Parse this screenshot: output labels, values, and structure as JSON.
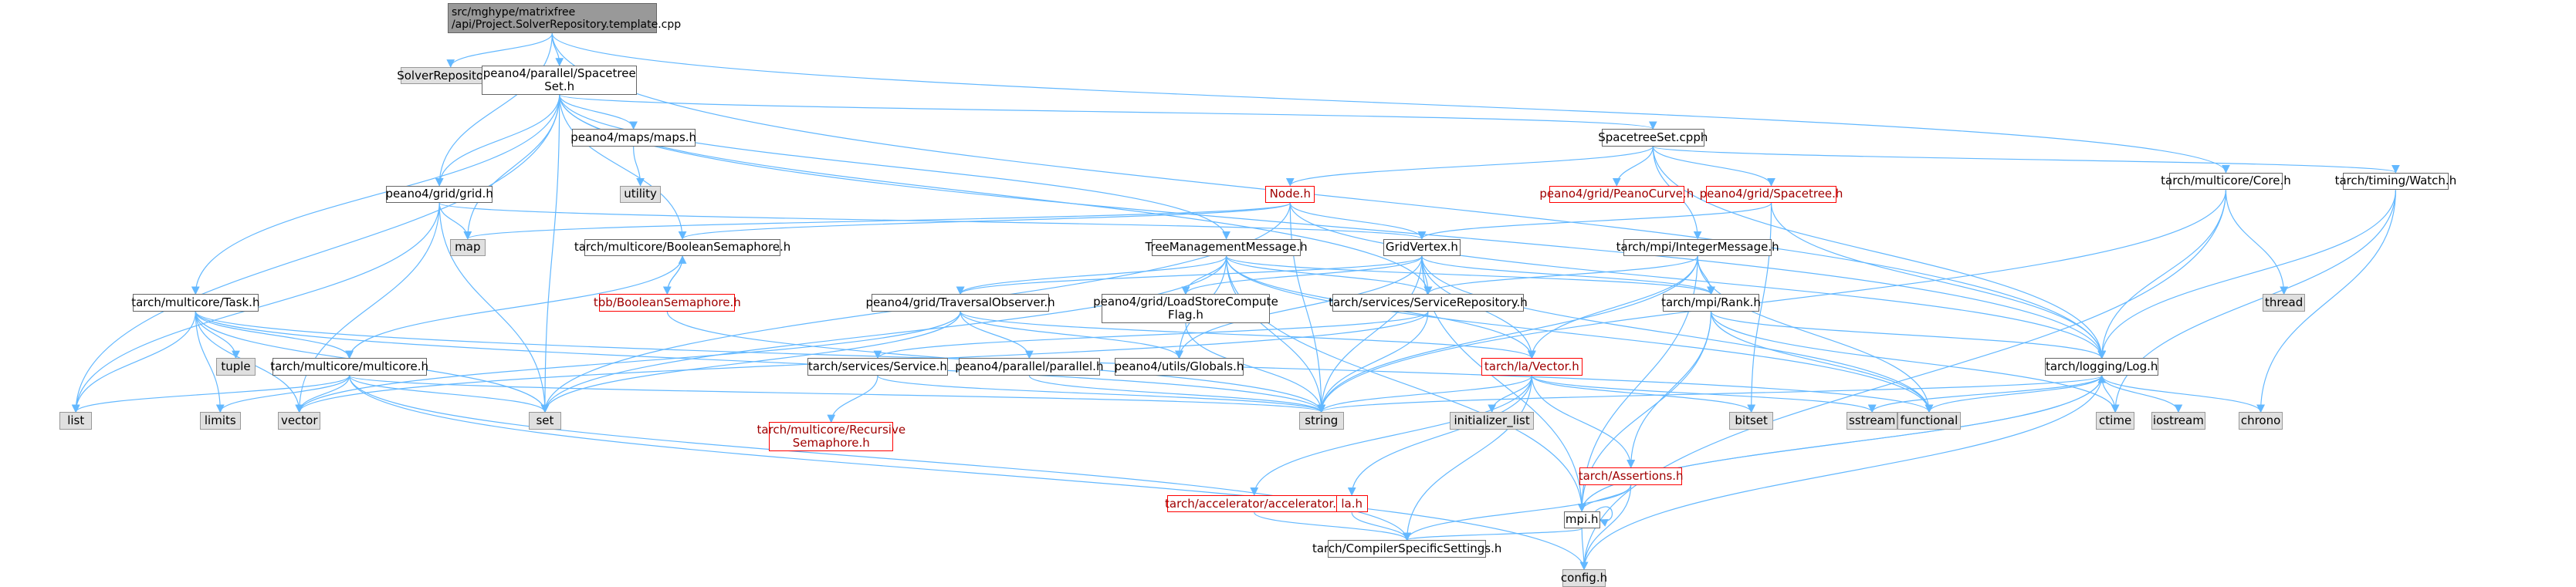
{
  "colors": {
    "edge": "#63b8ff",
    "root_fill": "#999999",
    "plain_fill": "#ffffff",
    "gray_fill": "#e0e0e0",
    "missing_border": "#ff0000",
    "missing_text": "#a00000"
  },
  "nodes": [
    {
      "id": "root",
      "label": "src/mghype/matrixfree\n/api/Project.SolverRepository.template.cpp",
      "kind": "root"
    },
    {
      "id": "solverrepo",
      "label": "SolverRepository.h",
      "kind": "gray"
    },
    {
      "id": "spacetreeset_h",
      "label": "peano4/parallel/Spacetree\nSet.h",
      "kind": "plain"
    },
    {
      "id": "core",
      "label": "tarch/multicore/Core.h",
      "kind": "plain"
    },
    {
      "id": "mapsh",
      "label": "peano4/maps/maps.h",
      "kind": "plain"
    },
    {
      "id": "utility",
      "label": "utility",
      "kind": "gray"
    },
    {
      "id": "spacetreeset_cpph",
      "label": "SpacetreeSet.cpph",
      "kind": "plain"
    },
    {
      "id": "peanocurve",
      "label": "peano4/grid/PeanoCurve.h",
      "kind": "missing"
    },
    {
      "id": "grid_spacetree",
      "label": "peano4/grid/Spacetree.h",
      "kind": "missing"
    },
    {
      "id": "node",
      "label": "Node.h",
      "kind": "missing"
    },
    {
      "id": "gridh",
      "label": "peano4/grid/grid.h",
      "kind": "plain"
    },
    {
      "id": "map",
      "label": "map",
      "kind": "gray"
    },
    {
      "id": "boolsem",
      "label": "tarch/multicore/BooleanSemaphore.h",
      "kind": "plain"
    },
    {
      "id": "tbbbool",
      "label": "tbb/BooleanSemaphore.h",
      "kind": "missing"
    },
    {
      "id": "treemgmt",
      "label": "TreeManagementMessage.h",
      "kind": "plain"
    },
    {
      "id": "gridvertex",
      "label": "GridVertex.h",
      "kind": "plain"
    },
    {
      "id": "intmsg",
      "label": "tarch/mpi/IntegerMessage.h",
      "kind": "plain"
    },
    {
      "id": "watch",
      "label": "tarch/timing/Watch.h",
      "kind": "plain"
    },
    {
      "id": "task",
      "label": "tarch/multicore/Task.h",
      "kind": "plain"
    },
    {
      "id": "tuple",
      "label": "tuple",
      "kind": "gray"
    },
    {
      "id": "traversal",
      "label": "peano4/grid/TraversalObserver.h",
      "kind": "plain"
    },
    {
      "id": "loadstore",
      "label": "peano4/grid/LoadStoreCompute\nFlag.h",
      "kind": "plain"
    },
    {
      "id": "servrepo",
      "label": "tarch/services/ServiceRepository.h",
      "kind": "plain"
    },
    {
      "id": "rank",
      "label": "tarch/mpi/Rank.h",
      "kind": "plain"
    },
    {
      "id": "thread",
      "label": "thread",
      "kind": "gray"
    },
    {
      "id": "multicore",
      "label": "tarch/multicore/multicore.h",
      "kind": "plain"
    },
    {
      "id": "service",
      "label": "tarch/services/Service.h",
      "kind": "plain"
    },
    {
      "id": "parallelh",
      "label": "peano4/parallel/parallel.h",
      "kind": "plain"
    },
    {
      "id": "globals",
      "label": "peano4/utils/Globals.h",
      "kind": "plain"
    },
    {
      "id": "vectorh",
      "label": "tarch/la/Vector.h",
      "kind": "missing"
    },
    {
      "id": "log",
      "label": "tarch/logging/Log.h",
      "kind": "plain"
    },
    {
      "id": "list",
      "label": "list",
      "kind": "gray"
    },
    {
      "id": "limits",
      "label": "limits",
      "kind": "gray"
    },
    {
      "id": "vector",
      "label": "vector",
      "kind": "gray"
    },
    {
      "id": "set",
      "label": "set",
      "kind": "gray"
    },
    {
      "id": "string",
      "label": "string",
      "kind": "gray"
    },
    {
      "id": "recsem",
      "label": "tarch/multicore/Recursive\nSemaphore.h",
      "kind": "missing"
    },
    {
      "id": "initlist",
      "label": "initializer_list",
      "kind": "gray"
    },
    {
      "id": "bitset",
      "label": "bitset",
      "kind": "gray"
    },
    {
      "id": "sstream",
      "label": "sstream",
      "kind": "gray"
    },
    {
      "id": "functional",
      "label": "functional",
      "kind": "gray"
    },
    {
      "id": "ctime",
      "label": "ctime",
      "kind": "gray"
    },
    {
      "id": "iostream",
      "label": "iostream",
      "kind": "gray"
    },
    {
      "id": "chrono",
      "label": "chrono",
      "kind": "gray"
    },
    {
      "id": "assertions",
      "label": "tarch/Assertions.h",
      "kind": "missing"
    },
    {
      "id": "accel",
      "label": "tarch/accelerator/accelerator.h",
      "kind": "missing"
    },
    {
      "id": "lah",
      "label": "la.h",
      "kind": "missing"
    },
    {
      "id": "mpih",
      "label": "mpi.h",
      "kind": "plain"
    },
    {
      "id": "compiler",
      "label": "tarch/CompilerSpecificSettings.h",
      "kind": "plain"
    },
    {
      "id": "config",
      "label": "config.h",
      "kind": "gray"
    }
  ],
  "edges": [
    [
      "root",
      "solverrepo"
    ],
    [
      "root",
      "spacetreeset_h"
    ],
    [
      "root",
      "gridh"
    ],
    [
      "root",
      "core"
    ],
    [
      "root",
      "log"
    ],
    [
      "spacetreeset_h",
      "list"
    ],
    [
      "spacetreeset_h",
      "task"
    ],
    [
      "spacetreeset_h",
      "gridh"
    ],
    [
      "spacetreeset_h",
      "map"
    ],
    [
      "spacetreeset_h",
      "boolsem"
    ],
    [
      "spacetreeset_h",
      "set"
    ],
    [
      "spacetreeset_h",
      "mapsh"
    ],
    [
      "spacetreeset_h",
      "treemgmt"
    ],
    [
      "spacetreeset_h",
      "servrepo"
    ],
    [
      "spacetreeset_h",
      "spacetreeset_cpph"
    ],
    [
      "spacetreeset_h",
      "log"
    ],
    [
      "mapsh",
      "utility"
    ],
    [
      "spacetreeset_cpph",
      "node"
    ],
    [
      "spacetreeset_cpph",
      "peanocurve"
    ],
    [
      "spacetreeset_cpph",
      "grid_spacetree"
    ],
    [
      "spacetreeset_cpph",
      "intmsg"
    ],
    [
      "spacetreeset_cpph",
      "watch"
    ],
    [
      "spacetreeset_cpph",
      "log"
    ],
    [
      "node",
      "map"
    ],
    [
      "node",
      "set"
    ],
    [
      "node",
      "boolsem"
    ],
    [
      "node",
      "gridvertex"
    ],
    [
      "node",
      "string"
    ],
    [
      "node",
      "log"
    ],
    [
      "gridh",
      "map"
    ],
    [
      "gridh",
      "set"
    ],
    [
      "gridh",
      "vector"
    ],
    [
      "gridh",
      "list"
    ],
    [
      "gridh",
      "gridvertex"
    ],
    [
      "grid_spacetree",
      "gridvertex"
    ],
    [
      "grid_spacetree",
      "log"
    ],
    [
      "grid_spacetree",
      "bitset"
    ],
    [
      "boolsem",
      "tbbbool"
    ],
    [
      "tbbbool",
      "boolsem"
    ],
    [
      "boolsem",
      "multicore"
    ],
    [
      "tbbbool",
      "string"
    ],
    [
      "treemgmt",
      "traversal"
    ],
    [
      "treemgmt",
      "loadstore"
    ],
    [
      "treemgmt",
      "servrepo"
    ],
    [
      "treemgmt",
      "rank"
    ],
    [
      "treemgmt",
      "vectorh"
    ],
    [
      "treemgmt",
      "functional"
    ],
    [
      "treemgmt",
      "string"
    ],
    [
      "treemgmt",
      "globals"
    ],
    [
      "treemgmt",
      "mpih"
    ],
    [
      "treemgmt",
      "set"
    ],
    [
      "gridvertex",
      "traversal"
    ],
    [
      "gridvertex",
      "loadstore"
    ],
    [
      "gridvertex",
      "servrepo"
    ],
    [
      "gridvertex",
      "rank"
    ],
    [
      "gridvertex",
      "vectorh"
    ],
    [
      "gridvertex",
      "globals"
    ],
    [
      "gridvertex",
      "functional"
    ],
    [
      "gridvertex",
      "string"
    ],
    [
      "gridvertex",
      "mpih"
    ],
    [
      "intmsg",
      "servrepo"
    ],
    [
      "intmsg",
      "rank"
    ],
    [
      "intmsg",
      "vectorh"
    ],
    [
      "intmsg",
      "functional"
    ],
    [
      "intmsg",
      "string"
    ],
    [
      "intmsg",
      "mpih"
    ],
    [
      "task",
      "multicore"
    ],
    [
      "task",
      "tuple"
    ],
    [
      "task",
      "list"
    ],
    [
      "task",
      "limits"
    ],
    [
      "task",
      "vector"
    ],
    [
      "task",
      "set"
    ],
    [
      "task",
      "string"
    ],
    [
      "task",
      "functional"
    ],
    [
      "traversal",
      "parallelh"
    ],
    [
      "traversal",
      "globals"
    ],
    [
      "traversal",
      "vectorh"
    ],
    [
      "traversal",
      "set"
    ],
    [
      "traversal",
      "vector"
    ],
    [
      "loadstore",
      "string"
    ],
    [
      "servrepo",
      "service"
    ],
    [
      "servrepo",
      "string"
    ],
    [
      "servrepo",
      "vector"
    ],
    [
      "rank",
      "log"
    ],
    [
      "rank",
      "functional"
    ],
    [
      "rank",
      "mpih"
    ],
    [
      "rank",
      "assertions"
    ],
    [
      "rank",
      "ctime"
    ],
    [
      "core",
      "log"
    ],
    [
      "core",
      "thread"
    ],
    [
      "core",
      "string"
    ],
    [
      "core",
      "config"
    ],
    [
      "watch",
      "log"
    ],
    [
      "watch",
      "ctime"
    ],
    [
      "watch",
      "chrono"
    ],
    [
      "multicore",
      "list"
    ],
    [
      "multicore",
      "limits"
    ],
    [
      "multicore",
      "vector"
    ],
    [
      "multicore",
      "set"
    ],
    [
      "multicore",
      "string"
    ],
    [
      "multicore",
      "config"
    ],
    [
      "multicore",
      "compiler"
    ],
    [
      "service",
      "recsem"
    ],
    [
      "service",
      "string"
    ],
    [
      "parallelh",
      "string"
    ],
    [
      "vectorh",
      "initlist"
    ],
    [
      "vectorh",
      "bitset"
    ],
    [
      "vectorh",
      "string"
    ],
    [
      "vectorh",
      "assertions"
    ],
    [
      "vectorh",
      "accel"
    ],
    [
      "vectorh",
      "lah"
    ],
    [
      "vectorh",
      "compiler"
    ],
    [
      "vectorh",
      "sstream"
    ],
    [
      "log",
      "ctime"
    ],
    [
      "log",
      "iostream"
    ],
    [
      "log",
      "sstream"
    ],
    [
      "log",
      "functional"
    ],
    [
      "log",
      "chrono"
    ],
    [
      "log",
      "mpih"
    ],
    [
      "log",
      "config"
    ],
    [
      "log",
      "string"
    ],
    [
      "assertions",
      "mpih"
    ],
    [
      "assertions",
      "compiler"
    ],
    [
      "assertions",
      "config"
    ],
    [
      "mpih",
      "mpih"
    ],
    [
      "mpih",
      "config"
    ],
    [
      "mpih",
      "compiler"
    ],
    [
      "mpih",
      "log"
    ],
    [
      "accel",
      "compiler"
    ],
    [
      "lah",
      "compiler"
    ]
  ]
}
